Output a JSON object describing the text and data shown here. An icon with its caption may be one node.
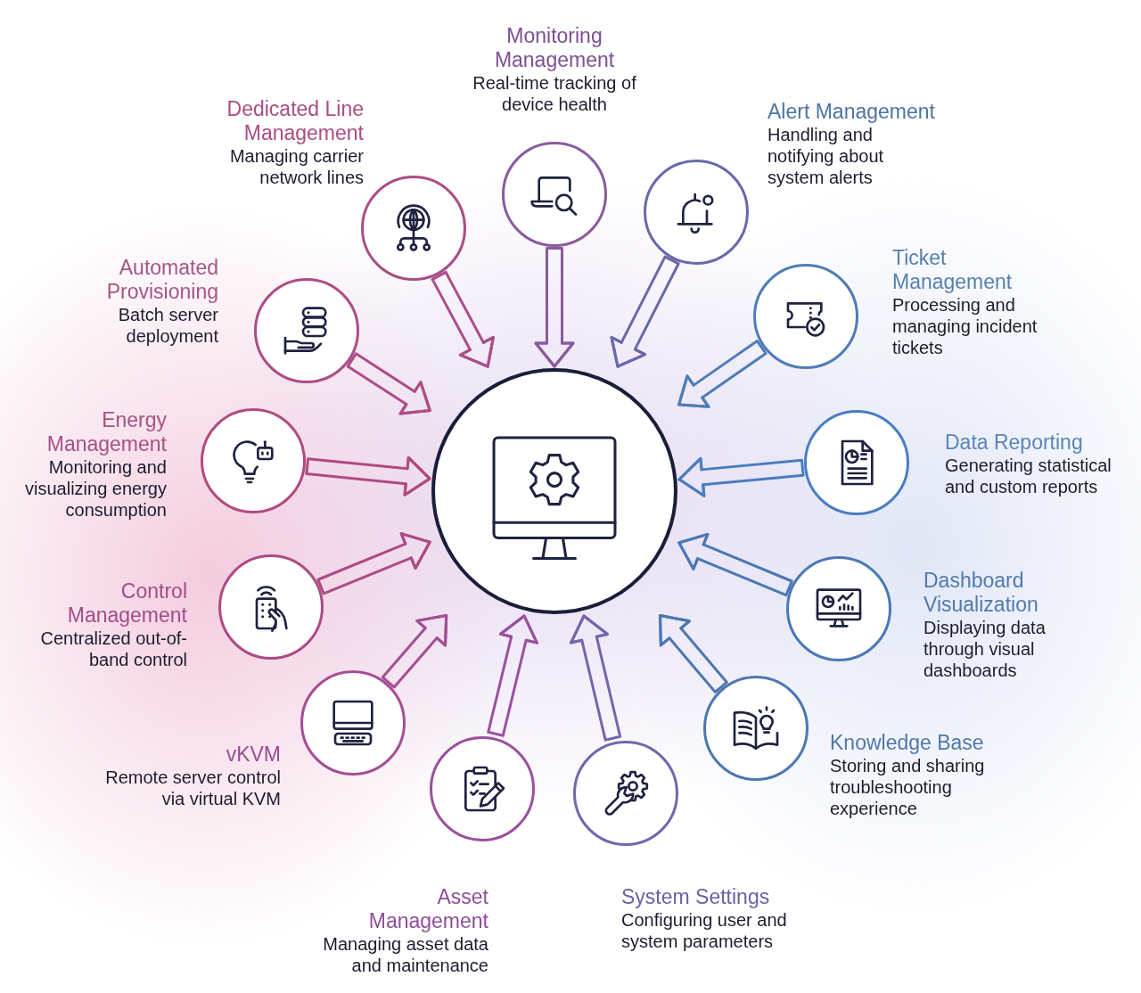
{
  "diagram": {
    "nodes": [
      {
        "text": [
          "Monitoring Management",
          "Real-time tracking of device health"
        ]
      },
      {
        "text": [
          "Alert Management",
          "Handling and notifying about system alerts"
        ]
      },
      {
        "text": [
          "Ticket Management",
          "Processing and managing incident tickets"
        ]
      },
      {
        "text": [
          "Data Reporting",
          "Generating statistical and custom reports"
        ]
      },
      {
        "text": [
          "Dashboard Visualization",
          "Displaying data through visual dashboards"
        ]
      },
      {
        "text": [
          "Knowledge Base",
          "Storing and sharing troubleshooting experience"
        ]
      },
      {
        "text": [
          "System Settings",
          "Configuring user and system parameters"
        ]
      },
      {
        "text": [
          "Asset Management",
          "Managing asset data and maintenance"
        ]
      },
      {
        "text": [
          "vKVM",
          "Remote server control via virtual KVM"
        ]
      },
      {
        "text": [
          "Control Management",
          "Centralized out-of-band control"
        ]
      },
      {
        "text": [
          "Energy Management",
          "Monitoring and visualizing energy consumption"
        ]
      },
      {
        "text": [
          "Automated Provisioning",
          "Batch server deployment"
        ]
      },
      {
        "text": [
          "Dedicated Line Management",
          "Managing carrier network lines"
        ]
      },
      {
        "text": [],
        "shape": "circle"
      }
    ],
    "edges": [
      {
        "from": 0,
        "to": 13,
        "arrow": "to",
        "color": "#8a5a9f"
      },
      {
        "from": 1,
        "to": 13,
        "arrow": "to",
        "color": "#6a68aa"
      },
      {
        "from": 2,
        "to": 13,
        "arrow": "to",
        "color": "#4f7cb6"
      },
      {
        "from": 3,
        "to": 13,
        "arrow": "to",
        "color": "#4a7dc0"
      },
      {
        "from": 4,
        "to": 13,
        "arrow": "to",
        "color": "#4b78b6"
      },
      {
        "from": 5,
        "to": 13,
        "arrow": "to",
        "color": "#4d77b0"
      },
      {
        "from": 6,
        "to": 13,
        "arrow": "to",
        "color": "#7466ad"
      },
      {
        "from": 7,
        "to": 13,
        "arrow": "to",
        "color": "#9a519e"
      },
      {
        "from": 8,
        "to": 13,
        "arrow": "to",
        "color": "#a44e93"
      },
      {
        "from": 9,
        "to": 13,
        "arrow": "to",
        "color": "#ad4b86"
      },
      {
        "from": 10,
        "to": 13,
        "arrow": "to",
        "color": "#b24a80"
      },
      {
        "from": 11,
        "to": 13,
        "arrow": "to",
        "color": "#ad4c86"
      },
      {
        "from": 12,
        "to": 13,
        "arrow": "to",
        "color": "#aa4e88"
      }
    ]
  }
}
